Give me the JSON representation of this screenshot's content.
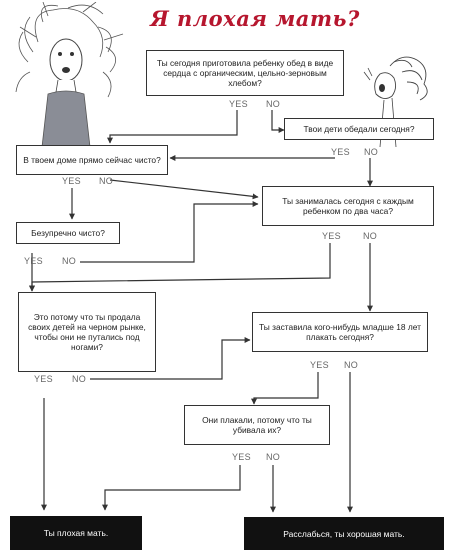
{
  "title": "Я плохая мать?",
  "nodes": {
    "q1": "Ты сегодня приготовила ребенку обед в виде сердца с органическим, цельно-зерновым хлебом?",
    "q2": "Твои дети обедали сегодня?",
    "q3": "В твоем доме прямо сейчас чисто?",
    "q4": "Ты занималась сегодня с каждым ребенком по два часа?",
    "q5": "Безупречно чисто?",
    "q6": "Это потому что ты продала своих детей на черном рынке, чтобы они не путались под ногами?",
    "q7": "Ты заставила кого-нибудь младше 18 лет плакать сегодня?",
    "q8": "Они плакали, потому что ты убивала их?"
  },
  "answers": {
    "yes": "YES",
    "no": "NO"
  },
  "outcomes": {
    "bad": "Ты плохая мать.",
    "good": "Расслабься, ты хорошая мать."
  }
}
